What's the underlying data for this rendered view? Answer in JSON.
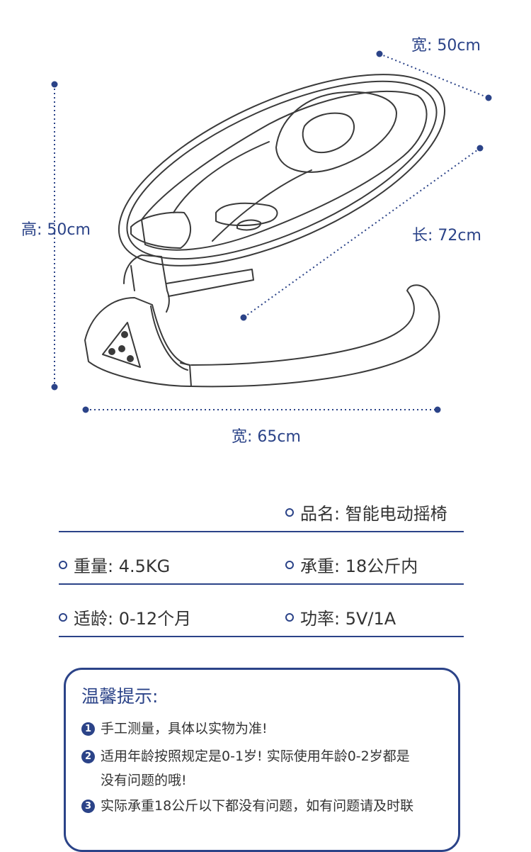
{
  "dimensions": {
    "width_top": "宽: 50cm",
    "height": "高: 50cm",
    "length": "长: 72cm",
    "width_bottom": "宽: 65cm"
  },
  "specs": {
    "name": "品名: 智能电动摇椅",
    "weight": "重量: 4.5KG",
    "load": "承重: 18公斤内",
    "age": "适龄: 0-12个月",
    "power": "功率: 5V/1A"
  },
  "tips": {
    "title": "温馨提示:",
    "items": [
      {
        "num": "1",
        "text": "手工测量，具体以实物为准!"
      },
      {
        "num": "2",
        "text": "适用年龄按照规定是0-1岁! 实际使用年龄0-2岁都是",
        "text2": "没有问题的哦!"
      },
      {
        "num": "3",
        "text": "实际承重18公斤以下都没有问题，如有问题请及时联"
      }
    ]
  },
  "colors": {
    "accent": "#2b4388",
    "line": "#333333"
  },
  "icons": {
    "bullet": "ring-bullet-icon",
    "product": "baby-rocker-chair-illustration"
  }
}
